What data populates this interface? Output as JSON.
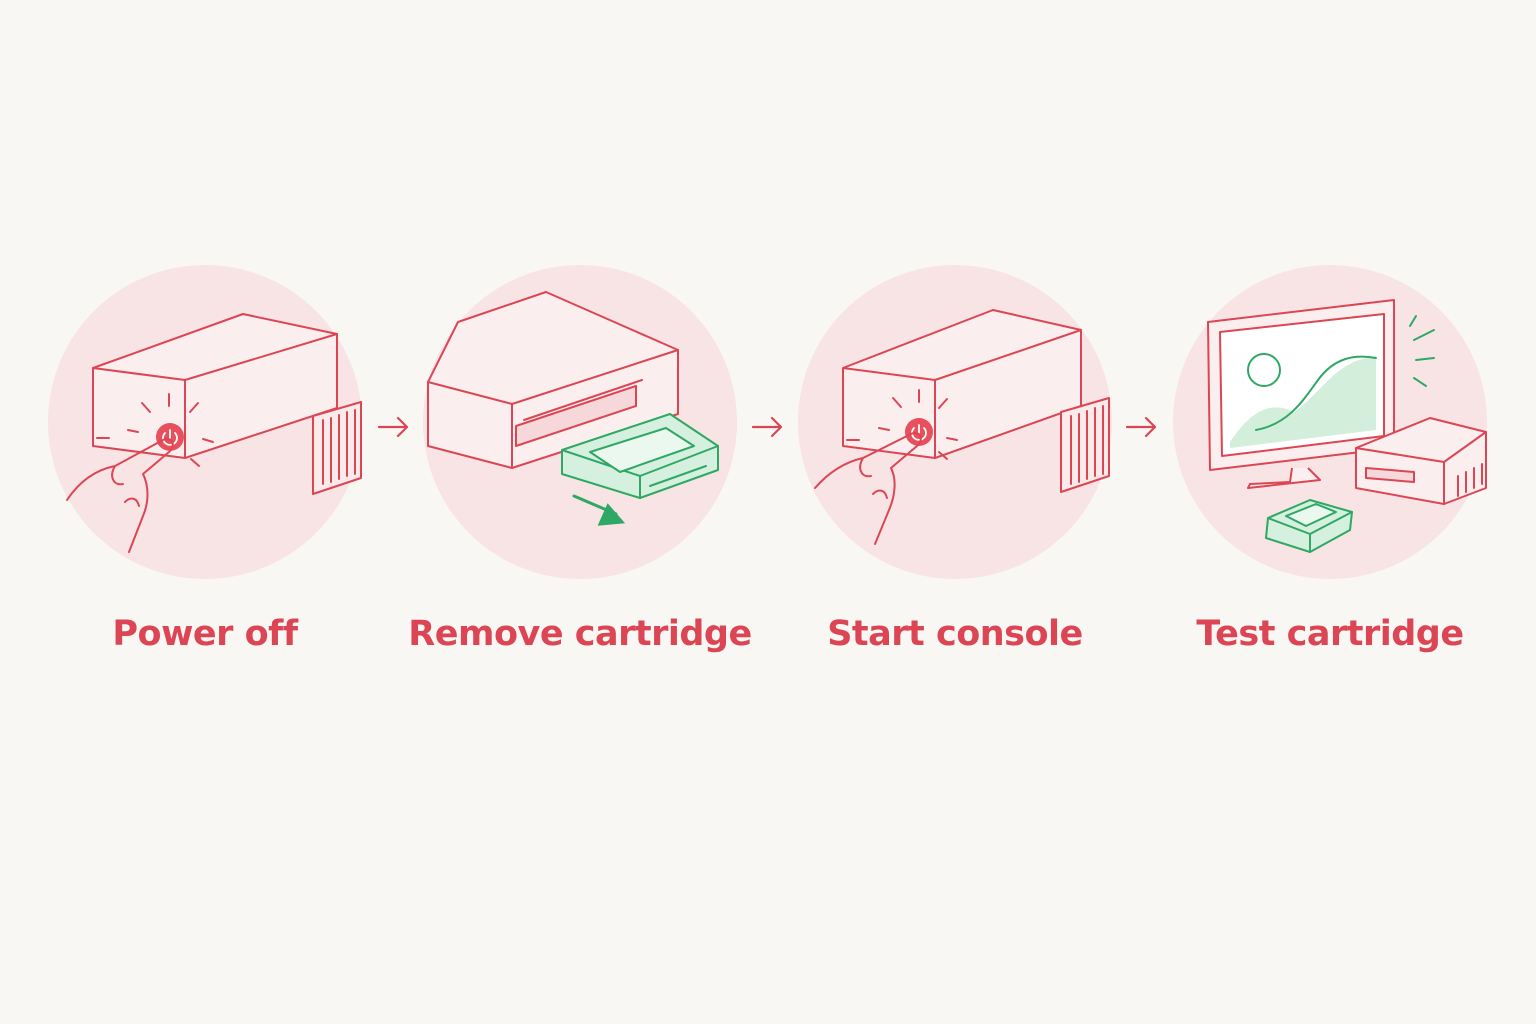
{
  "steps": [
    {
      "label": "Power off",
      "icon": "console-power-button-press"
    },
    {
      "label": "Remove cartridge",
      "icon": "console-cartridge-eject"
    },
    {
      "label": "Start console",
      "icon": "console-power-button-press"
    },
    {
      "label": "Test cartridge",
      "icon": "monitor-console-cartridge"
    }
  ],
  "colors": {
    "accent_red": "#dc4654",
    "accent_green": "#2fa865",
    "circle_fill": "#f8e4e4",
    "background": "#f8f7f4"
  }
}
